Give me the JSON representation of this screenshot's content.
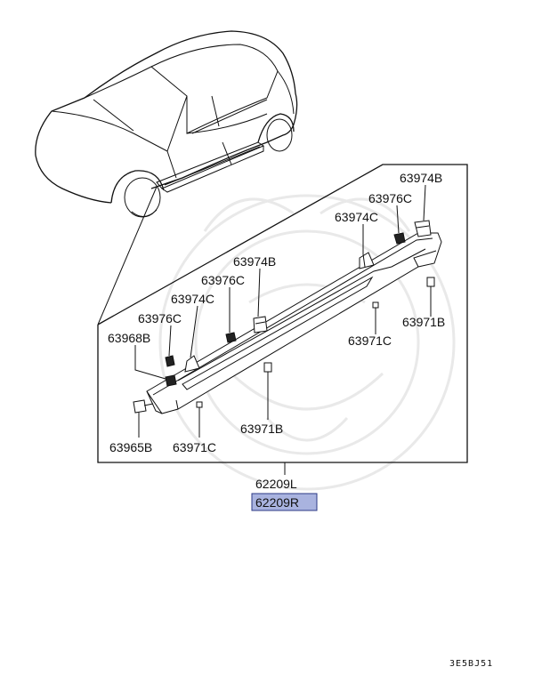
{
  "labels": {
    "c1": "63974B",
    "c2": "63976C",
    "c3": "63974C",
    "c4": "63974B",
    "c5": "63976C",
    "c6": "63974C",
    "c7": "63976C",
    "c8": "63968B",
    "c9": "63971B",
    "c10": "63971C",
    "c11": "63971B",
    "c12": "63965B",
    "c13": "63971C",
    "c14": "62209L",
    "c15": "62209R"
  },
  "highlighted_part": "62209R",
  "highlight_color": "#a9b3df",
  "diagram_code": "3E5BJ51"
}
